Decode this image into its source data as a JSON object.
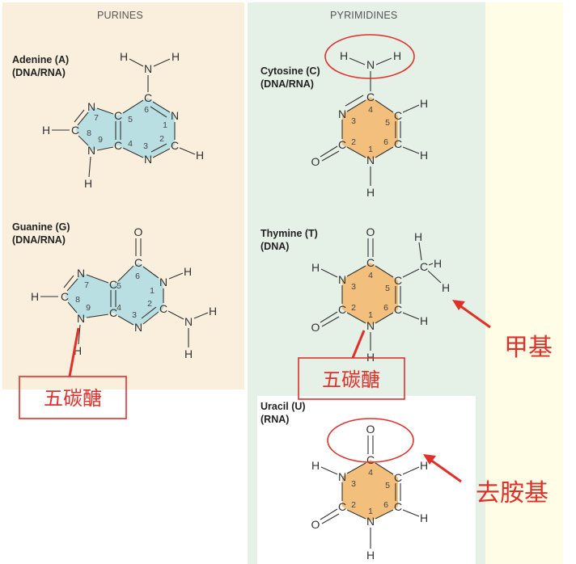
{
  "sections": {
    "purines": "PURINES",
    "pyrimidines": "PYRIMIDINES"
  },
  "colors": {
    "purine_bg": "#faefdc",
    "pyrimidine_bg": "#e5f0e7",
    "purine_ring": "#b9dfe2",
    "pyrimidine_ring": "#f2bf7d",
    "annotation": "#e0302a"
  },
  "molecules": {
    "adenine": {
      "name": "Adenine (A)",
      "type": "(DNA/RNA)"
    },
    "guanine": {
      "name": "Guanine (G)",
      "type": "(DNA/RNA)"
    },
    "cytosine": {
      "name": "Cytosine (C)",
      "type": "(DNA/RNA)"
    },
    "thymine": {
      "name": "Thymine (T)",
      "type": "(DNA)"
    },
    "uracil": {
      "name": "Uracil (U)",
      "type": "(RNA)"
    }
  },
  "atoms": {
    "H": "H",
    "N": "N",
    "C": "C",
    "O": "O"
  },
  "ring_numbers": [
    "1",
    "2",
    "3",
    "4",
    "5",
    "6",
    "7",
    "8",
    "9"
  ],
  "annotations": {
    "pentose_guanine": "五碳醣",
    "pentose_thymine": "五碳醣",
    "methyl": "甲基",
    "deamination": "去胺基"
  }
}
